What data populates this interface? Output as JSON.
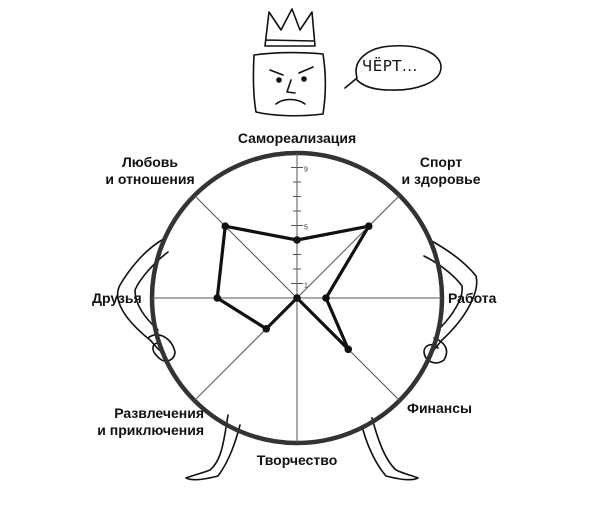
{
  "bubble": {
    "text": "ЧЁРТ..."
  },
  "labels": {
    "top": "Самореализация",
    "top_right_1": "Спорт",
    "top_right_2": "и здоровье",
    "right": "Работа",
    "bottom_right": "Финансы",
    "bottom": "Творчество",
    "bottom_left_1": "Развлечения",
    "bottom_left_2": "и приключения",
    "left": "Друзья",
    "top_left_1": "Любовь",
    "top_left_2": "и отношения"
  },
  "scale_labels": {
    "max": "9",
    "mid": "5",
    "min": "1"
  },
  "scale_max": 10,
  "wheel": {
    "categories": [
      "Самореализация",
      "Спорт и здоровье",
      "Работа",
      "Финансы",
      "Творчество",
      "Развлечения и приключения",
      "Друзья",
      "Любовь и отношения"
    ],
    "values": [
      4,
      7,
      2,
      5,
      0,
      3,
      5.5,
      7
    ]
  }
}
